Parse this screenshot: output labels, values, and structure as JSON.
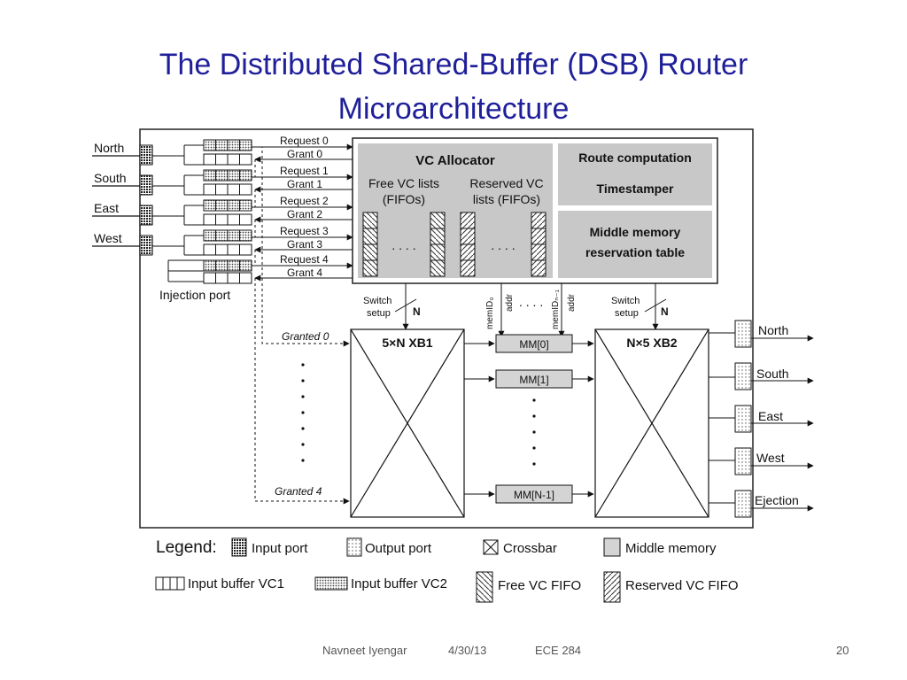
{
  "slide": {
    "title_line1": "The Distributed Shared-Buffer (DSB) Router",
    "title_line2": "Microarchitecture"
  },
  "footer": {
    "author": "Navneet Iyengar",
    "date": "4/30/13",
    "course": "ECE 284",
    "page": "20"
  },
  "diagram": {
    "input_ports": [
      "North",
      "South",
      "East",
      "West"
    ],
    "injection_label": "Injection port",
    "requests": [
      "Request 0",
      "Request 1",
      "Request 2",
      "Request 3",
      "Request 4"
    ],
    "grants": [
      "Grant 0",
      "Grant 1",
      "Grant 2",
      "Grant 3",
      "Grant 4"
    ],
    "vc_allocator": {
      "title": "VC Allocator",
      "free_label_1": "Free VC lists",
      "free_label_2": "(FIFOs)",
      "reserved_label_1": "Reserved VC",
      "reserved_label_2": "lists (FIFOs)",
      "dots": ". . . ."
    },
    "route_box": {
      "line1": "Route computation",
      "line2": "Timestamper"
    },
    "memory_table": {
      "line1": "Middle memory",
      "line2": "reservation table"
    },
    "switch_setup_1": "Switch",
    "switch_setup_2": "setup",
    "bus_n": "N",
    "memid_label": "memID₀",
    "memid_label2": "memIDₙ₋₁",
    "addr_label": "addr",
    "granted": [
      "Granted 0",
      "Granted 4"
    ],
    "xb1": "5×N XB1",
    "xb2": "N×5 XB2",
    "middle_memories": [
      "MM[0]",
      "MM[1]",
      "MM[N-1]"
    ],
    "output_ports": [
      "North",
      "South",
      "East",
      "West",
      "Ejection"
    ],
    "legend": {
      "title": "Legend:",
      "input_port": "Input port",
      "output_port": "Output port",
      "crossbar": "Crossbar",
      "middle_memory": "Middle memory",
      "input_buffer_vc1": "Input buffer VC1",
      "input_buffer_vc2": "Input buffer VC2",
      "free_vc_fifo": "Free VC FIFO",
      "reserved_vc_fifo": "Reserved VC FIFO"
    }
  }
}
